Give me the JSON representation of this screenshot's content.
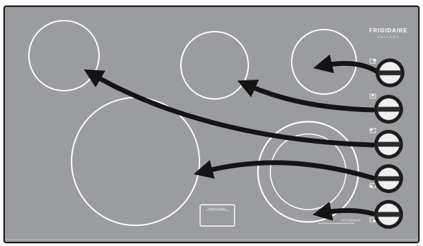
{
  "brand": {
    "name": "FRIGIDAIRE",
    "line": "GALLERY"
  },
  "colors": {
    "surface": "#9b9c9f",
    "border": "#1a1a1a",
    "element_outline": "#ffffff",
    "arrow": "#141414",
    "knob_dark": "#1c1c1c",
    "knob_light": "#f0f0f0"
  },
  "burners": [
    {
      "name": "left-rear-burner"
    },
    {
      "name": "center-rear-burner"
    },
    {
      "name": "right-rear-burner"
    },
    {
      "name": "left-front-burner"
    },
    {
      "name": "right-front-dual-burner"
    }
  ],
  "knobs": [
    {
      "name": "knob-right-rear",
      "icon": "right-rear-position-icon"
    },
    {
      "name": "knob-center-rear",
      "icon": "center-rear-position-icon"
    },
    {
      "name": "knob-left-rear",
      "icon": "left-rear-position-icon"
    },
    {
      "name": "knob-left-front",
      "icon": "left-front-position-icon"
    },
    {
      "name": "knob-right-front",
      "icon": "right-front-position-icon"
    }
  ],
  "warming_zone": {
    "name": "warming-zone",
    "label": "WARM ZONE"
  },
  "hot_surface_label": "HOT SURFACE"
}
